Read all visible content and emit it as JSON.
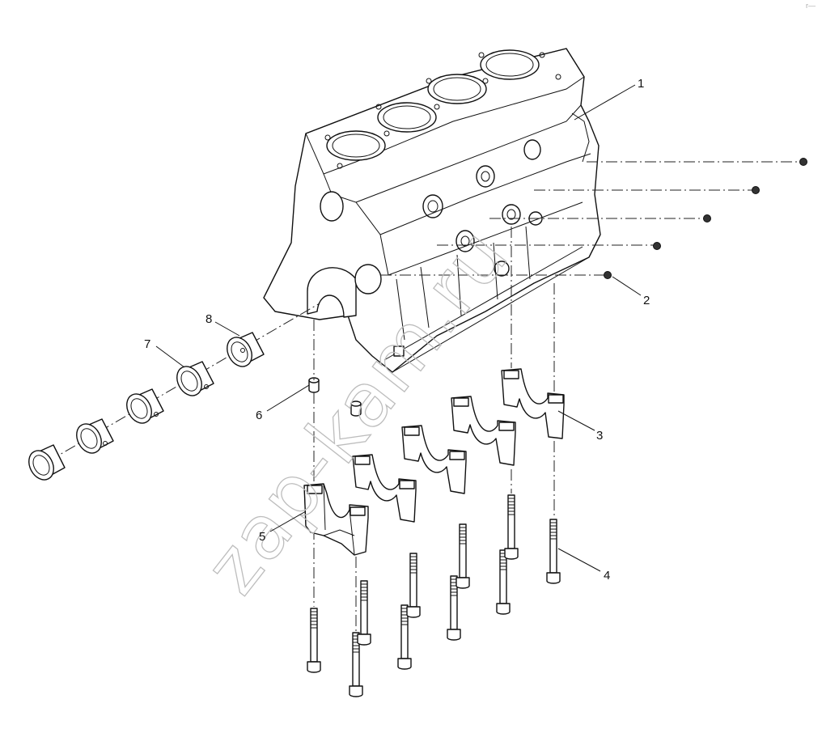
{
  "diagram": {
    "callouts": [
      "1",
      "2",
      "3",
      "4",
      "5",
      "6",
      "7",
      "8"
    ],
    "watermark": "zap-kam.ru",
    "corner_mark": "r—"
  }
}
